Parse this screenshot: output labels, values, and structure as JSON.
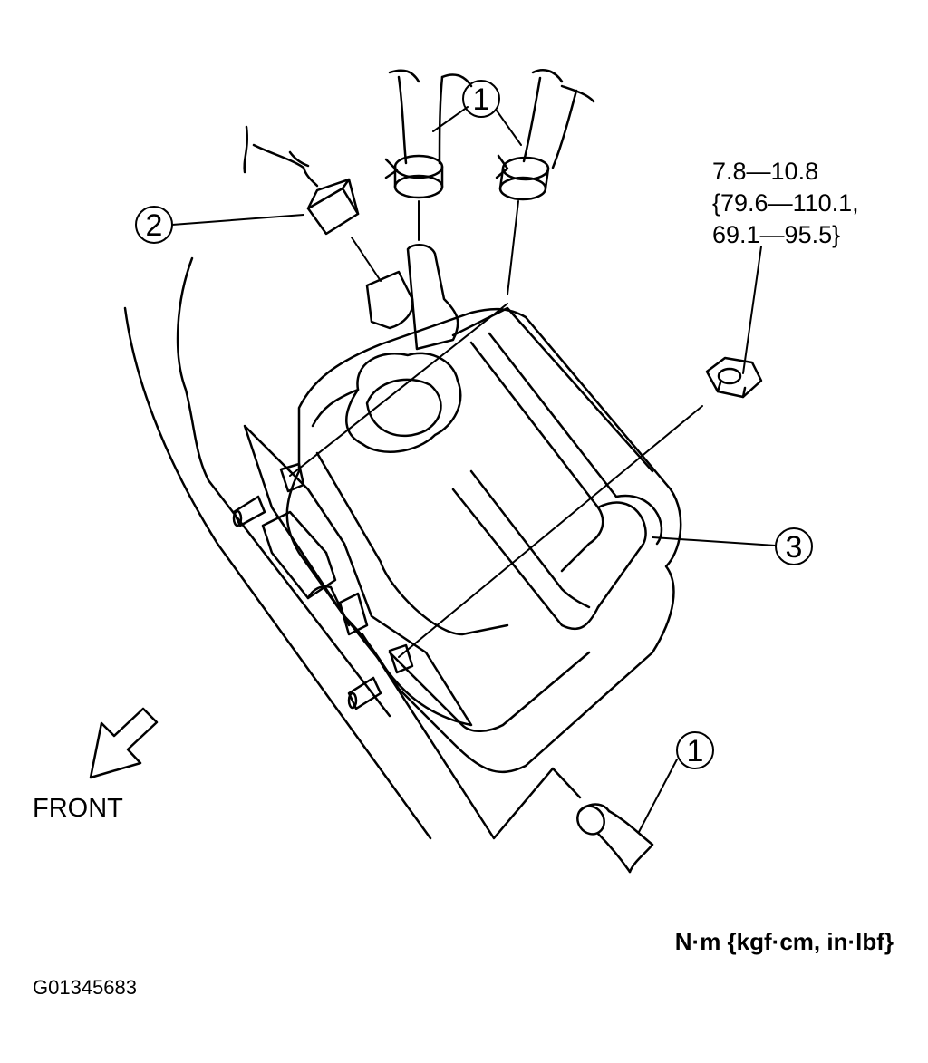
{
  "callouts": [
    {
      "num": "1"
    },
    {
      "num": "2"
    },
    {
      "num": "3"
    },
    {
      "num": "1"
    }
  ],
  "torque": {
    "line1": "7.8—10.8",
    "line2": "{79.6—110.1,",
    "line3": "69.1—95.5}"
  },
  "front_label": "FRONT",
  "units_label": "N·m {kgf·cm, in·lbf}",
  "figure_id": "G01345683"
}
